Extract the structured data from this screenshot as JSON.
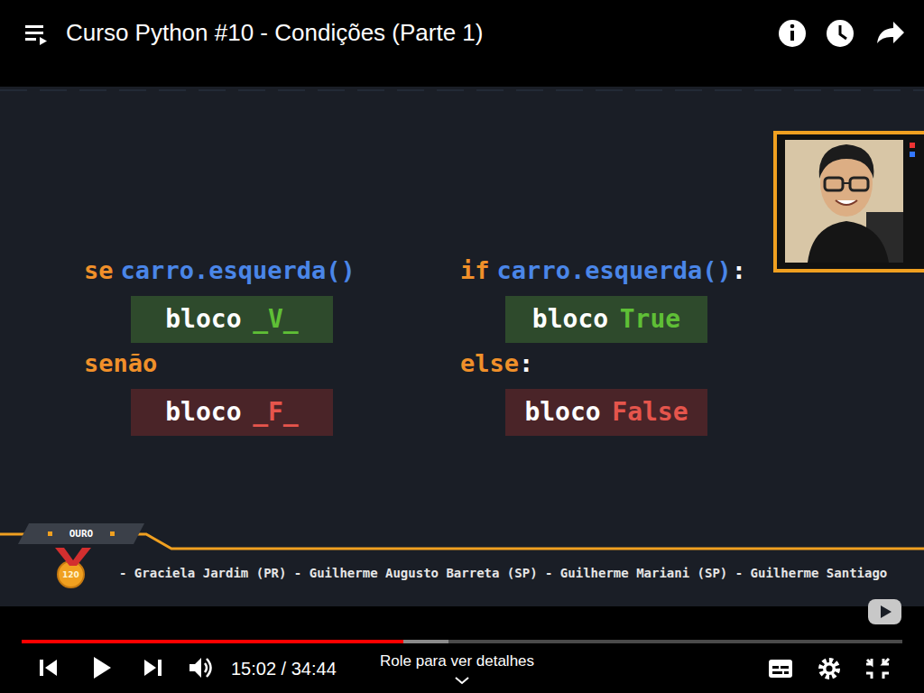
{
  "diagram": {
    "title": "Curso Python #10 - Condições (Parte 1)",
    "nodes": [
      {
        "text": [
          "bloco",
          "_V_"
        ]
      },
      {
        "text": [
          "bloco",
          "_F_"
        ]
      },
      {
        "text": [
          "bloco",
          "True"
        ]
      },
      {
        "text": [
          "bloco",
          "False"
        ]
      },
      {
        "text": [
          "OURO"
        ]
      },
      {
        "text": [
          "120"
        ]
      }
    ],
    "labels": [
      "se",
      "carro.esquerda()",
      "senão",
      "if",
      "carro.esquerda()",
      ":",
      "else",
      ":",
      "- Graciela Jardim (PR) - Guilherme Augusto Barreta (SP) - Guilherme Mariani (SP) - Guilherme Santiago",
      "15:02 / 34:44",
      "Role para ver detalhes"
    ]
  }
}
